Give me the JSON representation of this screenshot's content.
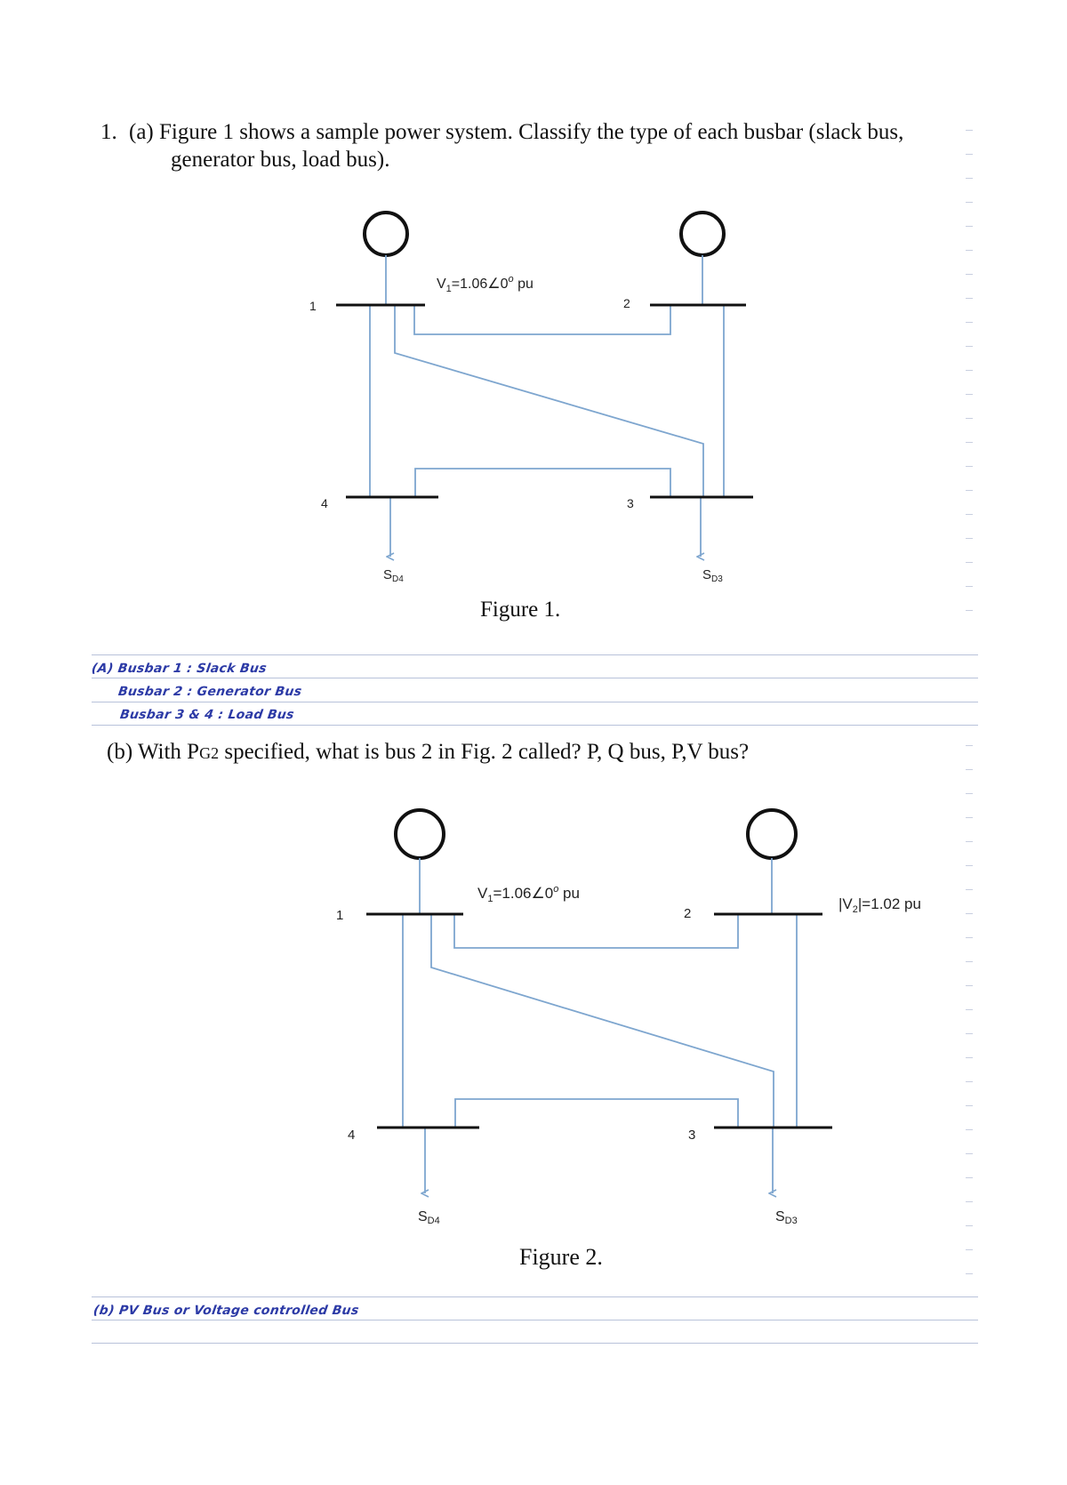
{
  "question": {
    "number": "1.",
    "part_a_line1": "(a) Figure 1 shows a sample power system. Classify the type of each busbar (slack bus,",
    "part_a_line2": "generator bus, load bus).",
    "part_b_prefix": "(b)  With P",
    "part_b_sub": "G2",
    "part_b_suffix": " specified, what is bus 2 in Fig. 2 called?  P, Q bus, P,V bus?"
  },
  "figure1": {
    "caption": "Figure 1.",
    "voltage_label_v": "V",
    "voltage_label_sub": "1",
    "voltage_label_rest": "=1.06∠0",
    "voltage_label_sup": "o",
    "voltage_label_unit": " pu",
    "bus_labels": [
      "1",
      "2",
      "3",
      "4"
    ],
    "load_s": "S",
    "load_sd4_sub": "D4",
    "load_sd3_sub": "D3"
  },
  "figure2": {
    "caption": "Figure 2.",
    "voltage_label_v": "V",
    "voltage_label_sub": "1",
    "voltage_label_rest": "=1.06∠0",
    "voltage_label_sup": "o",
    "voltage_label_unit": " pu",
    "v2_label": "|V",
    "v2_sub": "2",
    "v2_rest": "|=1.02 pu",
    "bus_labels": [
      "1",
      "2",
      "3",
      "4"
    ],
    "load_s": "S",
    "load_sd4_sub": "D4",
    "load_sd3_sub": "D3"
  },
  "answers": {
    "a_line1": "(A) Busbar 1 : Slack Bus",
    "a_line2": "Busbar 2 : Generator Bus",
    "a_line3": "Busbar 3 & 4 : Load Bus",
    "b_line1": "(b) PV Bus or Voltage controlled Bus"
  },
  "colors": {
    "line": "#7ea6cf",
    "bus": "#111111",
    "ink": "#2c3aa6",
    "rule": "#b8c2da"
  }
}
